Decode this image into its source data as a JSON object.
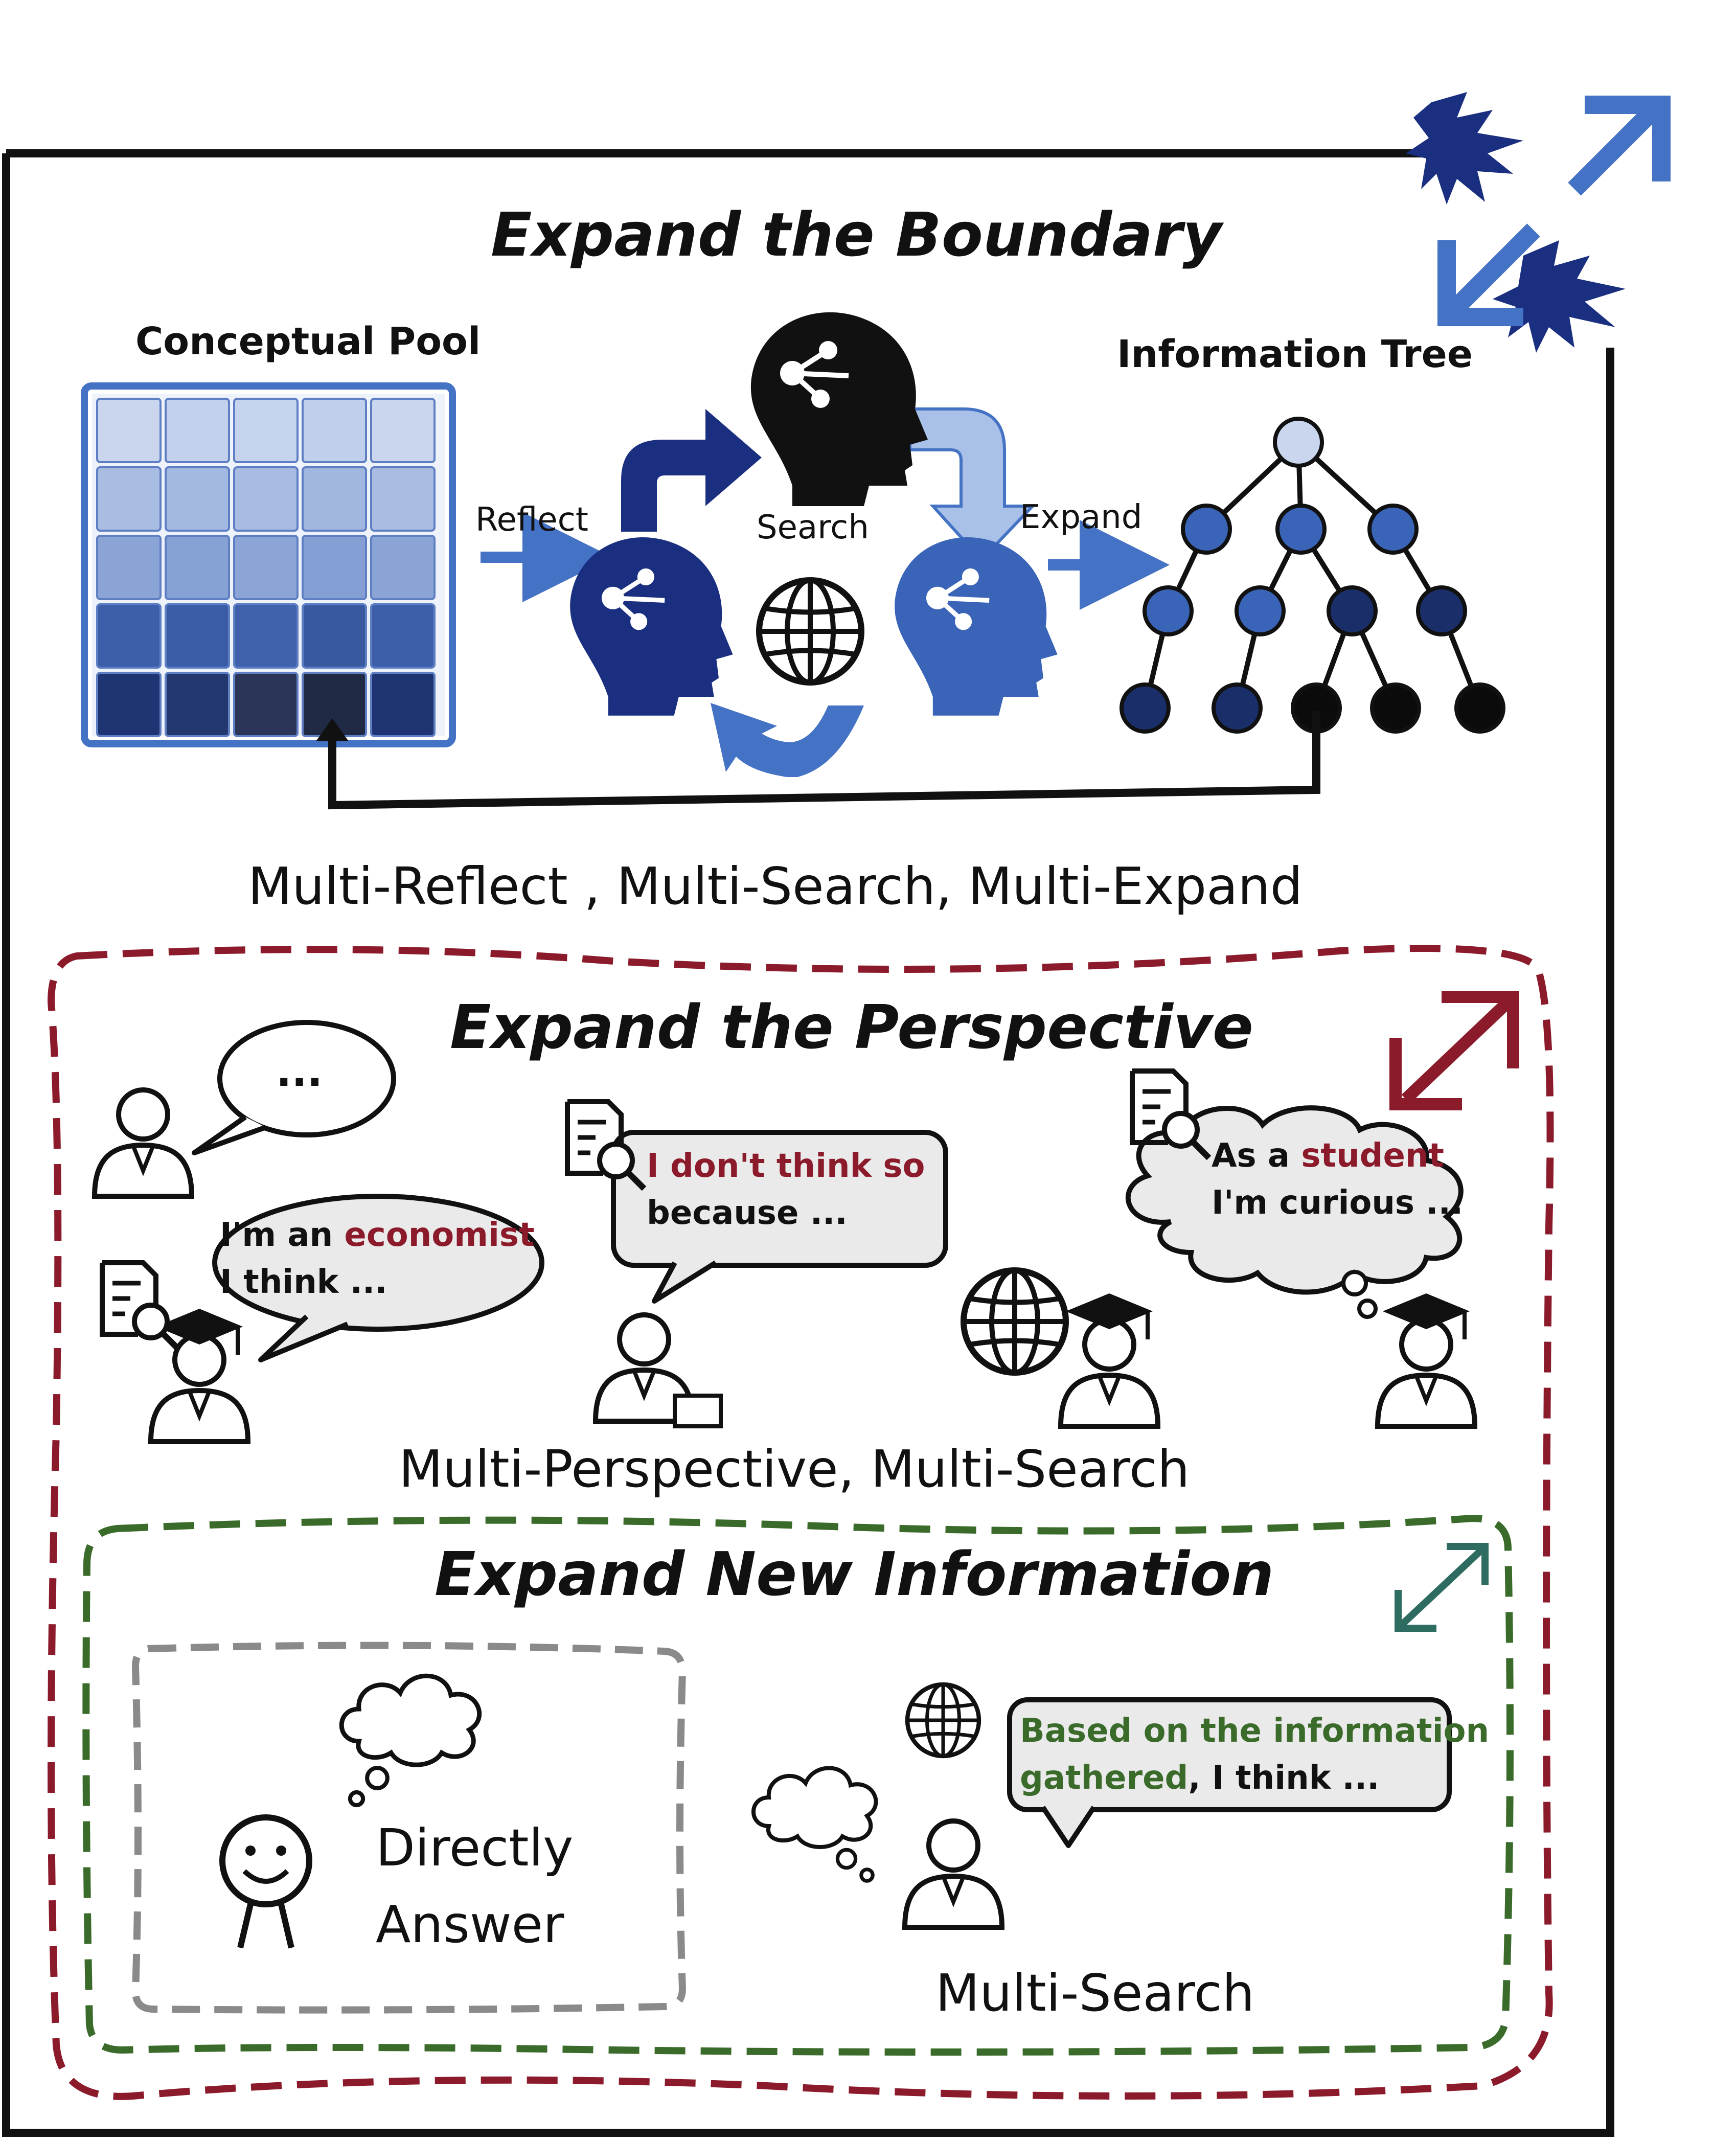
{
  "boundary": {
    "title": "Expand the Boundary",
    "pool_label": "Conceptual Pool",
    "tree_label": "Information Tree",
    "reflect_label": "Reflect",
    "search_label": "Search",
    "expand_label": "Expand",
    "caption": "Multi-Reflect , Multi-Search, Multi-Expand"
  },
  "perspective": {
    "title": "Expand the Perspective",
    "ellipsis": "...",
    "bubble1_a": "I'm an ",
    "bubble1_b": "economist",
    "bubble1_c": "I think ...",
    "bubble2_a": "I don't think so",
    "bubble2_b": "because ...",
    "bubble3_a": "As a ",
    "bubble3_b": "student",
    "bubble3_c": "I'm curious ...",
    "caption": "Multi-Perspective, Multi-Search"
  },
  "new_info": {
    "title": "Expand New Information",
    "direct_1": "Directly",
    "direct_2": "Answer",
    "bubble_a": "Based on the information",
    "bubble_b": "gathered",
    "bubble_c": ", I think ...",
    "caption": "Multi-Search"
  },
  "colors": {
    "boundary_blue": "#4472c4",
    "perspective_red": "#8b1a2b",
    "new_info_green": "#3a6b2a",
    "direct_gray": "#8a8a8a",
    "arrow_navy": "#1a2f80"
  }
}
